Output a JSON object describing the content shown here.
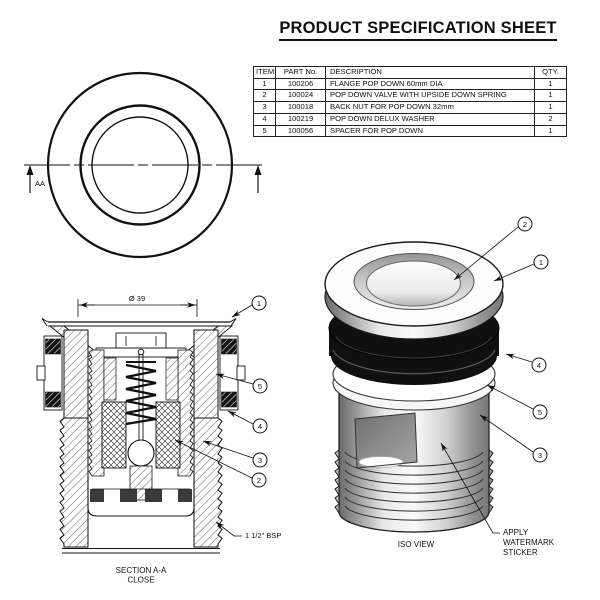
{
  "title": "PRODUCT SPECIFICATION SHEET",
  "parts_table": {
    "headers": [
      "ITEM",
      "PART No.",
      "DESCRIPTION",
      "QTY."
    ],
    "rows": [
      [
        "1",
        "100206",
        "FLANGE POP DOWN 60mm DIA",
        "1"
      ],
      [
        "2",
        "100024",
        "POP DOWN VALVE WITH UPSIDE DOWN SPRING",
        "1"
      ],
      [
        "3",
        "100018",
        "BACK NUT FOR POP DOWN 32mm",
        "1"
      ],
      [
        "4",
        "100219",
        "POP DOWN DELUX WASHER",
        "2"
      ],
      [
        "5",
        "100056",
        "SPACER FOR POP DOWN",
        "1"
      ]
    ]
  },
  "top_view": {
    "section_label": "AA"
  },
  "section_view": {
    "dimension_label": "Ø 39",
    "thread_label": "1 1/2\" BSP",
    "caption_line1": "SECTION A-A",
    "caption_line2": "CLOSE",
    "balloons": [
      "1",
      "5",
      "4",
      "3",
      "2"
    ]
  },
  "iso_view": {
    "caption": "ISO VIEW",
    "balloons": [
      "2",
      "1",
      "4",
      "5",
      "3"
    ],
    "note_line1": "APPLY",
    "note_line2": "WATERMARK",
    "note_line3": "STICKER"
  },
  "colors": {
    "line": "#111111",
    "background": "#ffffff",
    "seal_black": "#101010"
  }
}
